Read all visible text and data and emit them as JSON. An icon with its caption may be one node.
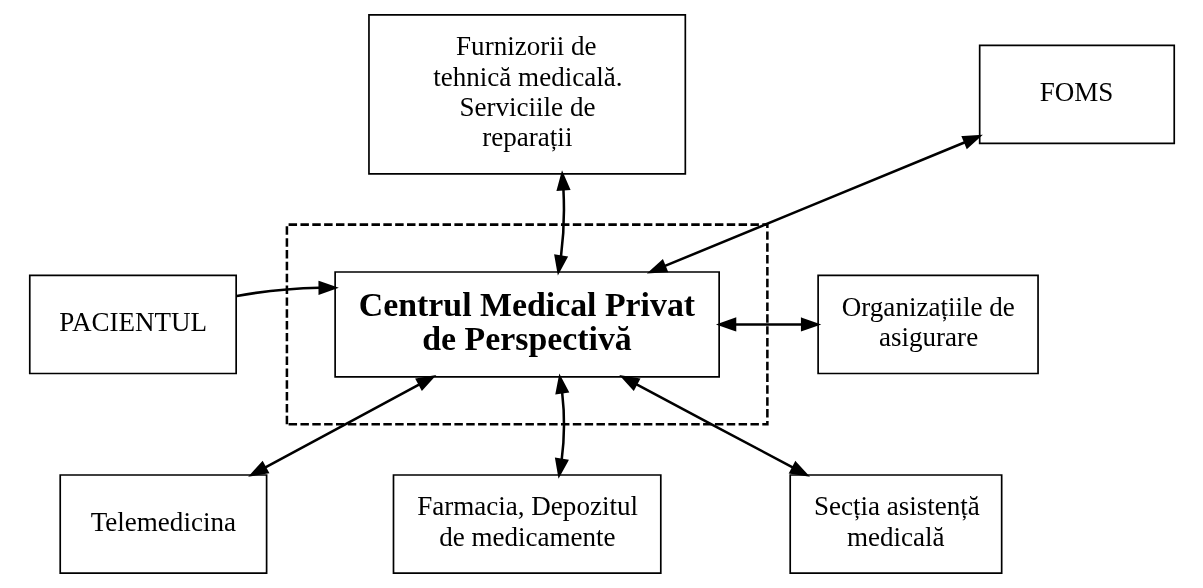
{
  "diagram": {
    "nodes": [
      {
        "text": [
          "Furnizorii de tehnică medicală. Serviciile de reparații"
        ]
      },
      {
        "text": [],
        "shape": "box"
      },
      {
        "text": [
          "Centrul Medical Privat de Perspectivă"
        ],
        "in": 1
      },
      {
        "text": [
          "FOMS"
        ]
      },
      {
        "text": [
          "PACIENTUL"
        ]
      },
      {
        "text": [
          "Organizațiile de asigurare"
        ]
      },
      {
        "text": [
          "Telemedicina"
        ]
      },
      {
        "text": [
          "Farmacia, Depozitul de medicamente"
        ]
      },
      {
        "text": [
          "Secția asistență medicală"
        ]
      }
    ],
    "edges": [
      {
        "from": 0,
        "to": 2,
        "arrow": "both"
      },
      {
        "from": 3,
        "to": 2,
        "arrow": "both"
      },
      {
        "from": 4,
        "to": 2,
        "arrow": "to"
      },
      {
        "from": 5,
        "to": 2,
        "arrow": "both"
      },
      {
        "from": 6,
        "to": 2,
        "arrow": "both"
      },
      {
        "from": 7,
        "to": 2,
        "arrow": "both"
      },
      {
        "from": 8,
        "to": 2,
        "arrow": "both"
      }
    ]
  }
}
